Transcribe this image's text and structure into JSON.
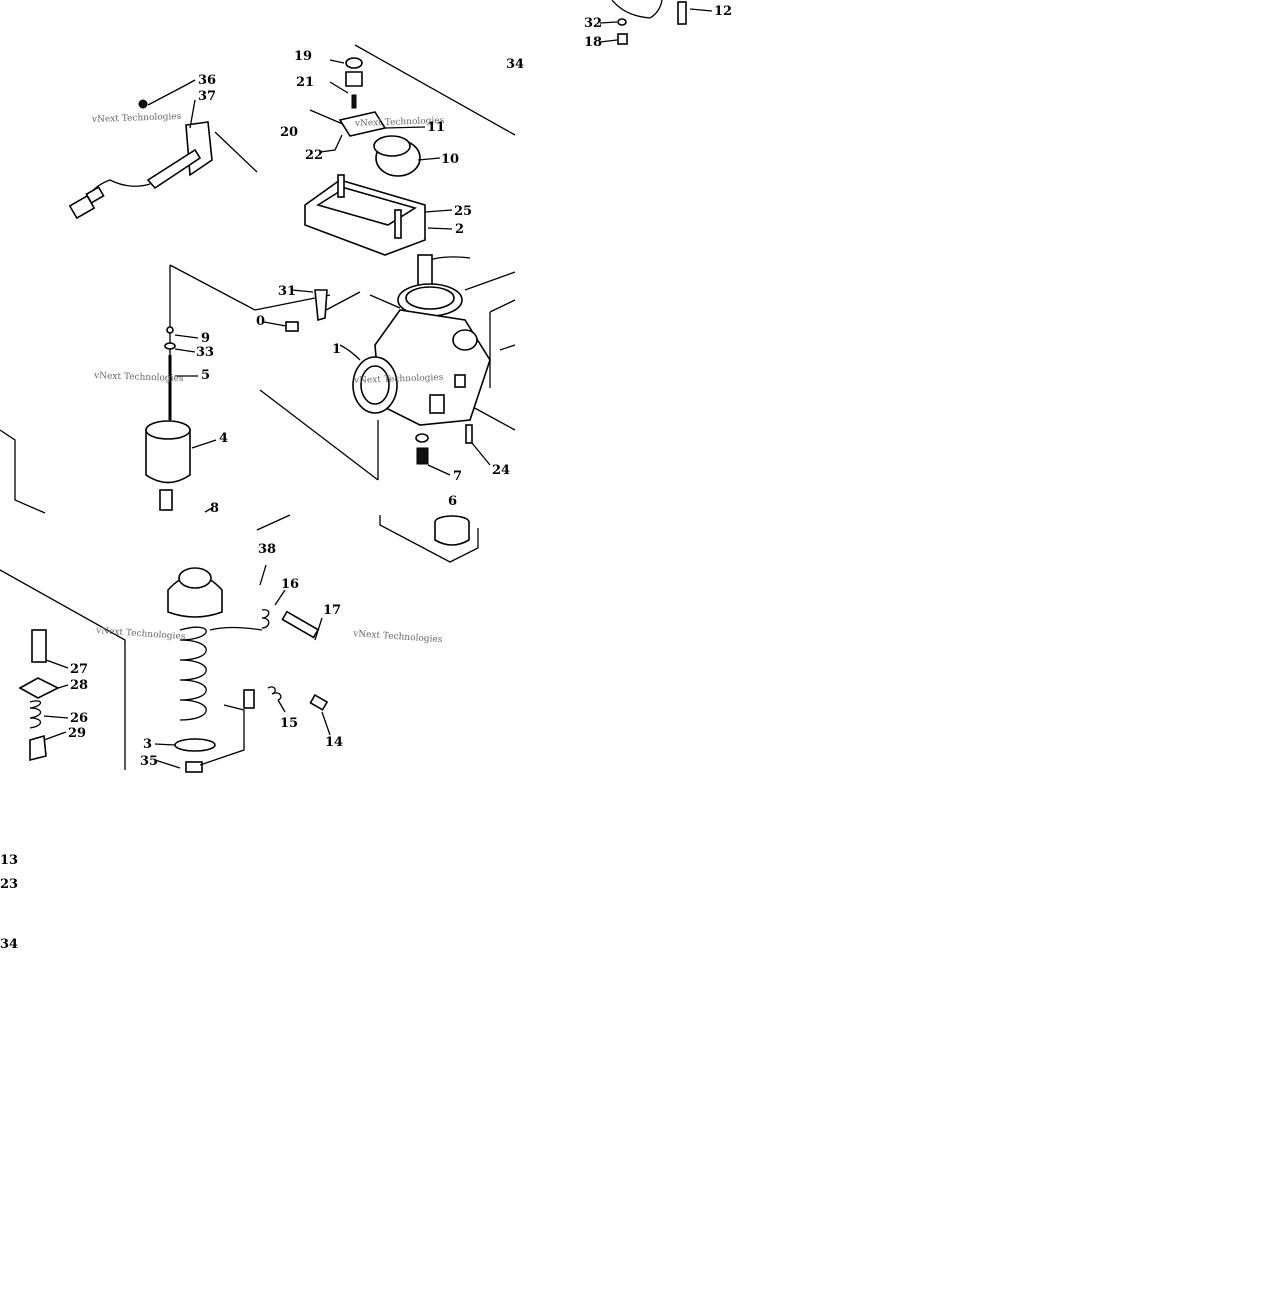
{
  "watermark": "vNext Technologies",
  "callouts": [
    "1",
    "2",
    "3",
    "4",
    "5",
    "6",
    "7",
    "8",
    "9",
    "10",
    "11",
    "12",
    "13",
    "14",
    "15",
    "16",
    "17",
    "18",
    "19",
    "20",
    "21",
    "22",
    "23",
    "24",
    "25",
    "26",
    "27",
    "28",
    "29",
    "31",
    "32",
    "33",
    "34",
    "35",
    "36",
    "37",
    "38"
  ],
  "extra_labels": {
    "item_0": "0",
    "item_34_b": "34"
  }
}
